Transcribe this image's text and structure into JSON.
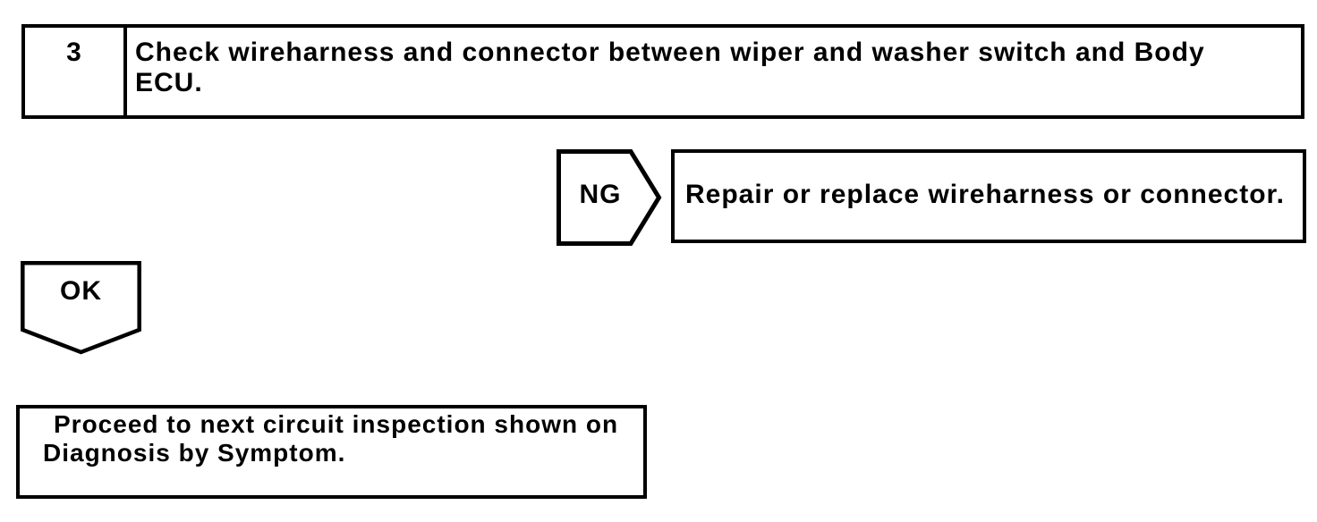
{
  "colors": {
    "ink": "#000000",
    "paper": "#ffffff"
  },
  "step_box": {
    "number": "3",
    "instruction": "Check wireharness and connector between wiper and washer switch and Body ECU."
  },
  "ng_branch": {
    "label": "NG",
    "action": "Repair or replace wireharness or connector."
  },
  "ok_branch": {
    "label": "OK"
  },
  "result_box": {
    "text": "Proceed to next circuit inspection shown on Diagnosis by Symptom."
  }
}
